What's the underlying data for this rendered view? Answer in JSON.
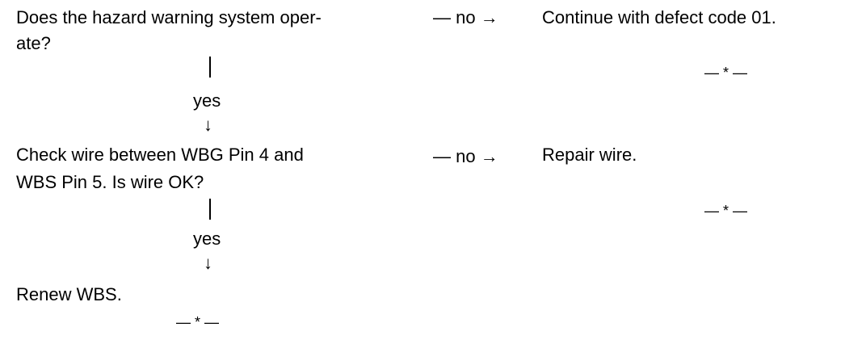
{
  "steps": [
    {
      "question_line1": "Does the hazard warning system oper-",
      "question_line2": "ate?",
      "no_label": "— no →",
      "no_action": "Continue with defect code 01.",
      "end_mark": "— * —",
      "yes_label": "yes",
      "yes_arrow": "↓"
    },
    {
      "question_line1": "Check wire between WBG Pin 4 and",
      "question_line2": "WBS Pin 5. Is wire OK?",
      "no_label": "— no →",
      "no_action": "Repair wire.",
      "end_mark": "— * —",
      "yes_label": "yes",
      "yes_arrow": "↓"
    }
  ],
  "final": {
    "action": "Renew WBS.",
    "end_mark": "— * —"
  }
}
